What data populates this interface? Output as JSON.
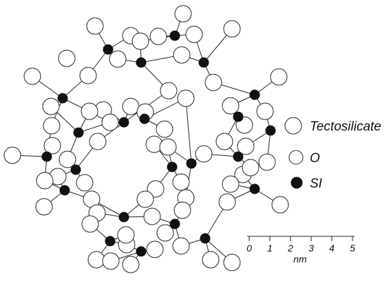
{
  "legend": {
    "title": "Tectosilicate",
    "oxygen_label": "O",
    "silicon_label": "SI"
  },
  "scale_bar": {
    "unit": "nm",
    "ticks": [
      "0",
      "1",
      "2",
      "3",
      "4",
      "5"
    ]
  },
  "atom_colors": {
    "oxygen_fill": "#ffffff",
    "silicon_fill": "#111111",
    "outline": "#222222"
  }
}
